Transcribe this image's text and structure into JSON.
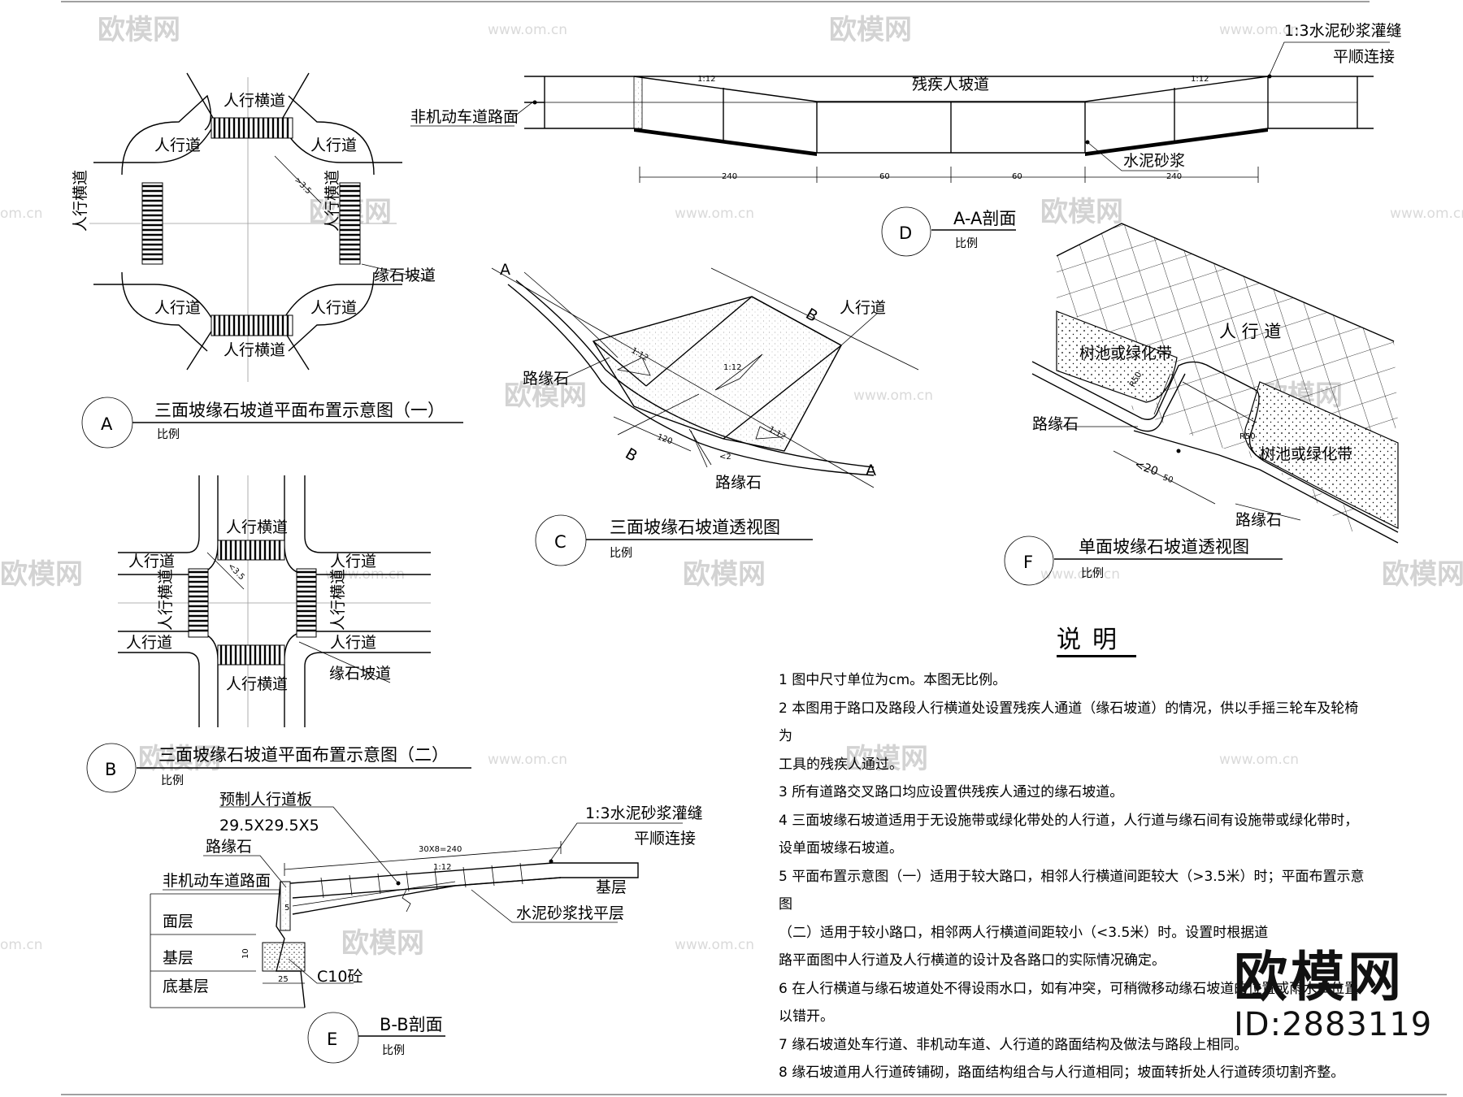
{
  "watermark": {
    "logo_text": "欧模网",
    "site_text": "www.om.cn",
    "site_text_cut": "om.cn"
  },
  "brand": {
    "name": "欧模网",
    "id": "ID:2883119"
  },
  "labels": {
    "ren_xing_heng_dao": "人行横道",
    "ren_xing_dao": "人行道",
    "yuan_shi_po_dao": "缘石坡道",
    "lu_yuan_shi": "路缘石",
    "bi_li": "比例",
    "shu_chi": "树池或绿化带",
    "ren_xing_dao_spaced": "人 行 道"
  },
  "panel_a": {
    "circle": "A",
    "title": "三面坡缘石坡道平面布置示意图（一）",
    "dim": ">3.5"
  },
  "panel_b": {
    "circle": "B",
    "title": "三面坡缘石坡道平面布置示意图（二）",
    "dim": "<3.5"
  },
  "panel_d": {
    "circle": "D",
    "title": "A-A剖面",
    "callout_top": "1:3水泥砂浆灌缝",
    "callout_top2": "平顺连接",
    "left_label": "非机动车道路面",
    "center_label": "残疾人坡道",
    "mortar": "水泥砂浆",
    "slope": "1:12",
    "dims": [
      "240",
      "60",
      "60",
      "240"
    ]
  },
  "panel_c": {
    "circle": "C",
    "title": "三面坡缘石坡道透视图",
    "sec_a": "A",
    "sec_b": "B",
    "slope": "1:12",
    "dim1": "120",
    "dim2": "<2"
  },
  "panel_f": {
    "circle": "F",
    "title": "单面坡缘石坡道透视图",
    "dim1": "<20",
    "dim2": "50",
    "r": "R50"
  },
  "panel_e": {
    "circle": "E",
    "title": "B-B剖面",
    "board": "预制人行道板",
    "board_size": "29.5X29.5X5",
    "curb": "路缘石",
    "road": "非机动车道路面",
    "layer1": "面层",
    "layer2": "基层",
    "layer3": "底基层",
    "conc": "C10砼",
    "grout": "1:3水泥砂浆灌缝",
    "smooth": "平顺连接",
    "base": "基层",
    "level": "水泥砂浆找平层",
    "dim_top": "30X8=240",
    "slope": "1:12",
    "d5": "5",
    "d10": "10",
    "d25": "25"
  },
  "notes": {
    "title": "说明",
    "lines": [
      "1 图中尺寸单位为cm。本图无比例。",
      "2 本图用于路口及路段人行横道处设置残疾人通道（缘石坡道）的情况，供以手摇三轮车及轮椅为",
      "工具的残疾人通过。",
      "3 所有道路交叉路口均应设置供残疾人通过的缘石坡道。",
      "4 三面坡缘石坡道适用于无设施带或绿化带处的人行道，人行道与缘石间有设施带或绿化带时，",
      "设单面坡缘石坡道。",
      "5 平面布置示意图（一）适用于较大路口，相邻人行横道间距较大（>3.5米）时；平面布置示意图",
      "（二）适用于较小路口，相邻两人行横道间距较小（<3.5米）时。设置时根据道",
      "路平面图中人行道及人行横道的设计及各路口的实际情况确定。",
      "6 在人行横道与缘石坡道处不得设雨水口，如有冲突，可稍微移动缘石坡道的位置或雨水口位置",
      "以错开。",
      "7 缘石坡道处车行道、非机动车道、人行道的路面结构及做法与路段上相同。",
      "8 缘石坡道用人行道砖铺砌，路面结构组合与人行道相同；坡面转折处人行道砖须切割齐整。"
    ]
  }
}
